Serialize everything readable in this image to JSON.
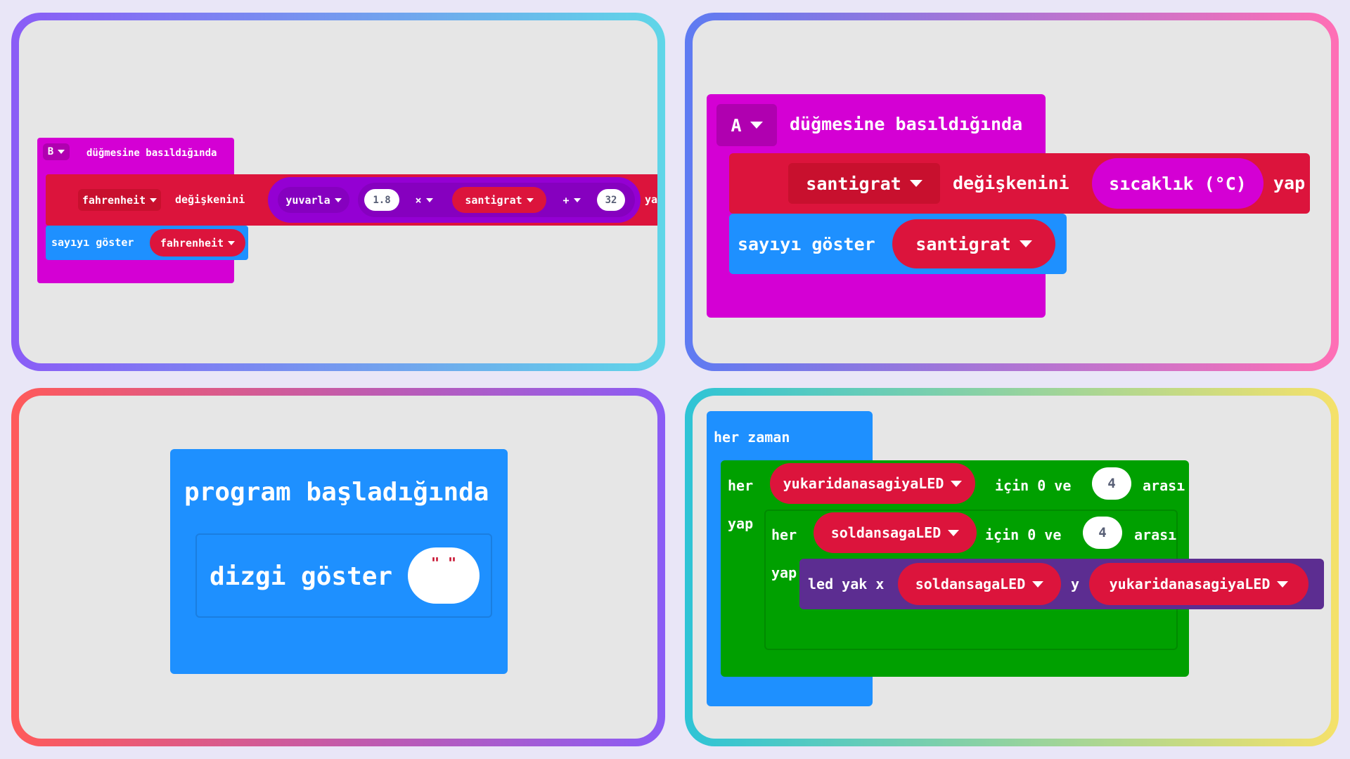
{
  "colors": {
    "event": "#d400d4",
    "variable": "#dc143c",
    "math": "#9400d3",
    "basic": "#1e90ff",
    "loops": "#00a000",
    "led": "#5c2d91",
    "workspace": "#e6e6e6",
    "page": "#e9e6f7"
  },
  "panel_b_button": {
    "event_button": "B",
    "event_label": "düğmesine basıldığında",
    "set_variable": "fahrenheit",
    "set_label": "değişkenini",
    "round_op": "yuvarla",
    "multiplier": "1.8",
    "times_op": "×",
    "source_variable": "santigrat",
    "plus_op": "+",
    "addend": "32",
    "do_label": "yap",
    "show_label": "sayıyı göster",
    "show_variable": "fahrenheit"
  },
  "panel_a_button": {
    "event_button": "A",
    "event_label": "düğmesine basıldığında",
    "set_variable": "santigrat",
    "set_label": "değişkenini",
    "sensor": "sıcaklık (°C)",
    "do_label": "yap",
    "show_label": "sayıyı göster",
    "show_variable": "santigrat"
  },
  "panel_start": {
    "event_label": "program başladığında",
    "show_string_label": "dizgi göster",
    "string_value": "\" \""
  },
  "panel_forever": {
    "forever_label": "her zaman",
    "outer_loop": {
      "for_label": "her",
      "variable": "yukaridanasagiyaLED",
      "range_label": "için 0 ve",
      "limit": "4",
      "between_label": "arası",
      "do_label": "yap"
    },
    "inner_loop": {
      "for_label": "her",
      "variable": "soldansagaLED",
      "range_label": "için 0 ve",
      "limit": "4",
      "between_label": "arası",
      "do_label": "yap"
    },
    "plot": {
      "label": "led yak x",
      "x_variable": "soldansagaLED",
      "y_label": "y",
      "y_variable": "yukaridanasagiyaLED"
    }
  }
}
